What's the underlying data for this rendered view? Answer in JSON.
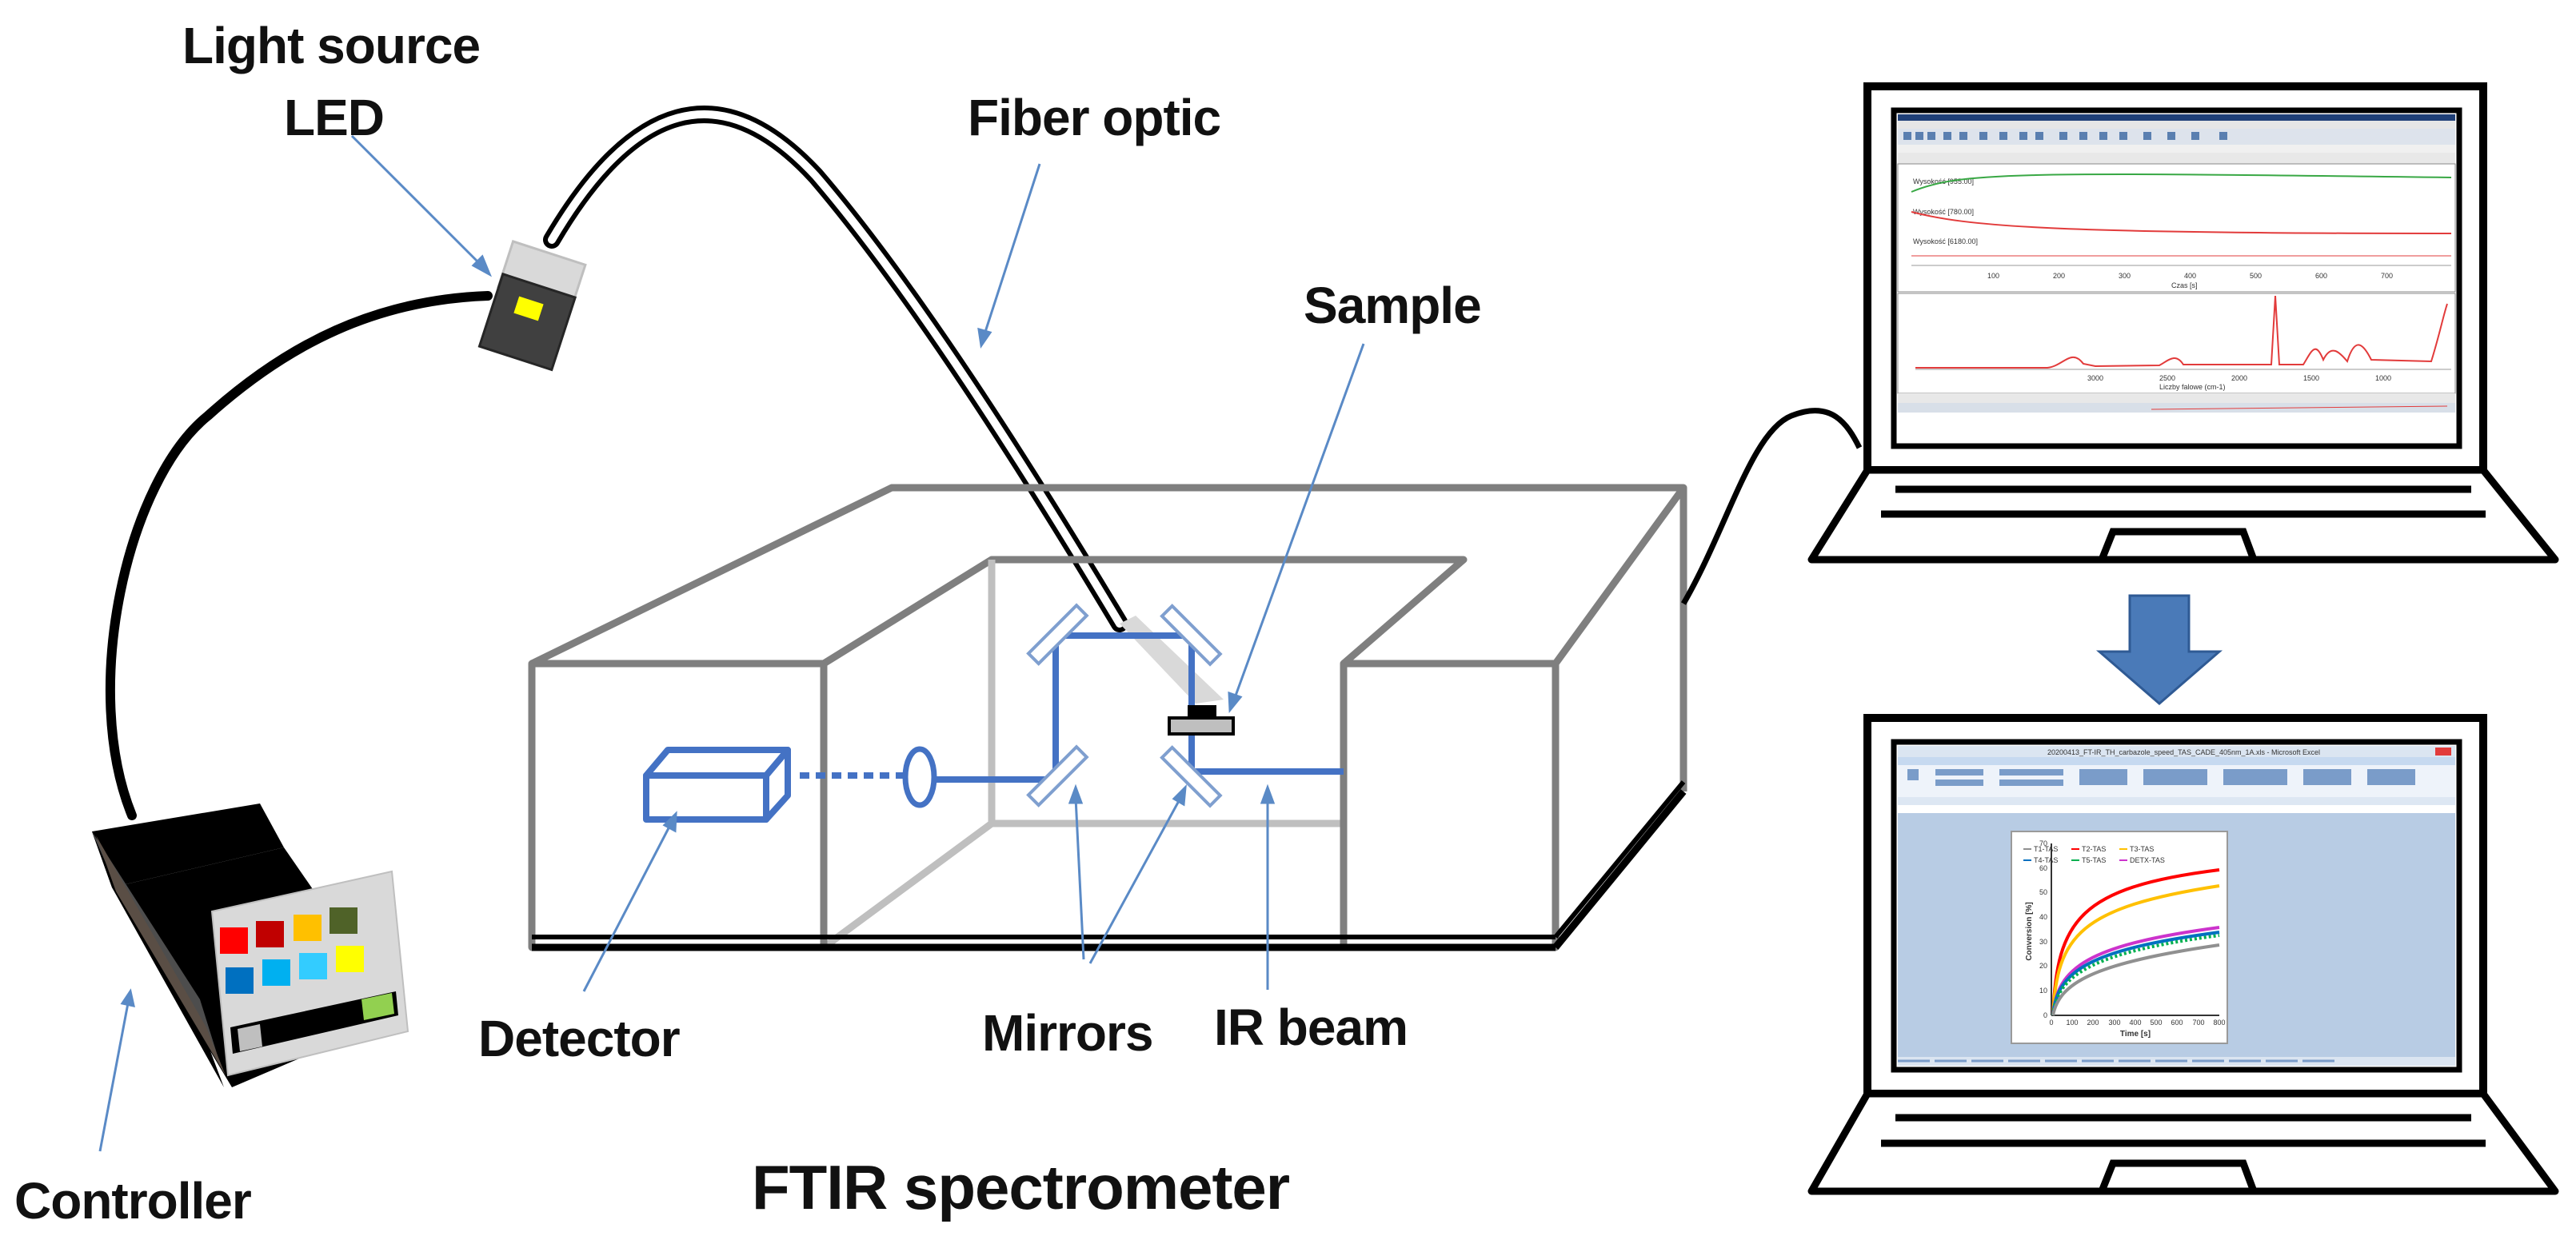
{
  "labels": {
    "light_source": "Light source",
    "led": "LED",
    "fiber_optic": "Fiber optic",
    "sample": "Sample",
    "detector": "Detector",
    "mirrors": "Mirrors",
    "ir_beam": "IR beam",
    "controller": "Controller",
    "title": "FTIR spectrometer"
  },
  "screen1": {
    "trace_labels": [
      "Wysokość [955.00]",
      "Wysokość [780.00]",
      "Wysokość [6180.00]"
    ],
    "time_axis": "Czas [s]",
    "time_ticks": [
      "100",
      "200",
      "300",
      "400",
      "500",
      "600",
      "700"
    ],
    "spectrum_axis": "Liczby falowe (cm-1)",
    "spectrum_ticks": [
      "3000",
      "2500",
      "2000",
      "1500",
      "1000"
    ]
  },
  "screen2": {
    "window_title": "20200413_FT-IR_TH_carbazole_speed_TAS_CADE_405nm_1A.xls - Microsoft Excel",
    "chart": {
      "legend": [
        "T1-TAS",
        "T2-TAS",
        "T3-TAS",
        "T4-TAS",
        "T5-TAS",
        "DETX-TAS"
      ],
      "xlabel": "Time [s]",
      "ylabel": "Conversion [%]",
      "xticks": [
        "0",
        "100",
        "200",
        "300",
        "400",
        "500",
        "600",
        "700",
        "800"
      ],
      "yticks": [
        "0",
        "10",
        "20",
        "30",
        "40",
        "50",
        "60",
        "70"
      ]
    }
  },
  "colors": {
    "beam": "#4472c4",
    "pointer": "#5a8ac6",
    "box": "#7f7f7f",
    "arrow": "#4a7ab8",
    "controller_keys": [
      "#ff0000",
      "#c00000",
      "#ffc000",
      "#4f6228",
      "#0070c0",
      "#00b0f0",
      "#33ccff",
      "#ffff00"
    ],
    "led": "#ffff00"
  }
}
